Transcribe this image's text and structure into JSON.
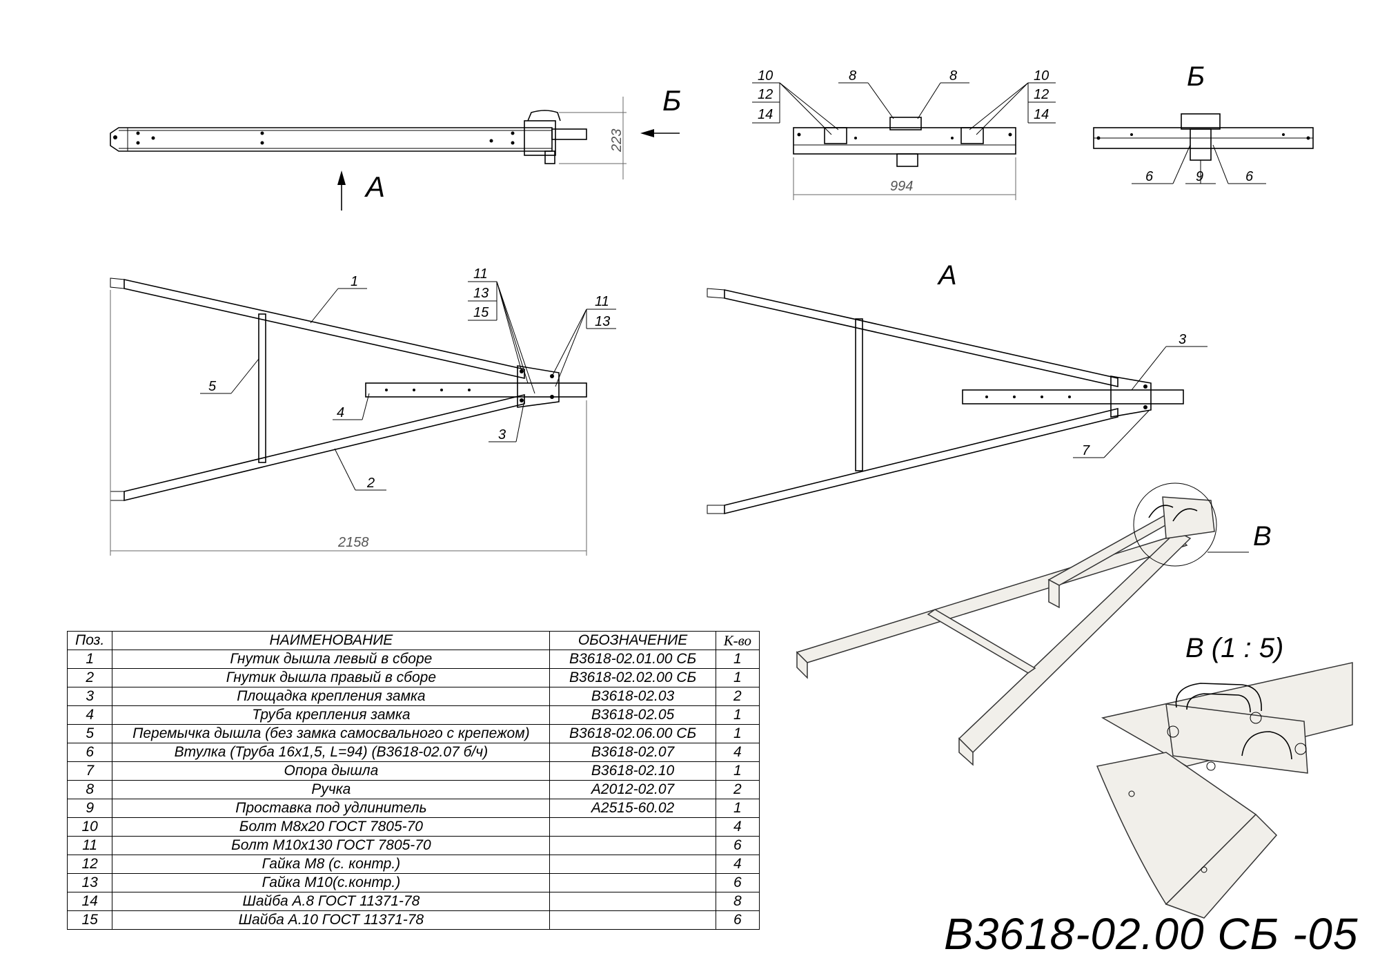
{
  "views": {
    "side": {
      "arrow_a": "А",
      "arrow_b": "Б",
      "dim_height": "223"
    },
    "front": {
      "dim_width": "994",
      "labels_left": [
        "10",
        "12",
        "14"
      ],
      "labels_right": [
        "10",
        "12",
        "14"
      ],
      "label_8": "8"
    },
    "b_view": {
      "title": "Б",
      "labels": [
        "6",
        "9",
        "6"
      ]
    },
    "plan": {
      "dim_length": "2158",
      "leader_labels": [
        "1",
        "2",
        "3",
        "4",
        "5"
      ],
      "group_center": [
        "11",
        "13",
        "15"
      ],
      "group_right": [
        "11",
        "13"
      ]
    },
    "view_a": {
      "title": "А",
      "leader_labels": [
        "3",
        "7"
      ]
    },
    "iso": {
      "callout": "В"
    },
    "detail": {
      "title": "В (1 : 5)"
    }
  },
  "spec_table": {
    "headers": {
      "pos": "Поз.",
      "name": "НАИМЕНОВАНИЕ",
      "designation": "ОБОЗНАЧЕНИЕ",
      "qty": "К-во"
    },
    "rows": [
      {
        "pos": "1",
        "name": "Гнутик дышла левый в сборе",
        "designation": "В3618-02.01.00 СБ",
        "qty": "1"
      },
      {
        "pos": "2",
        "name": "Гнутик дышла правый в сборе",
        "designation": "В3618-02.02.00 СБ",
        "qty": "1"
      },
      {
        "pos": "3",
        "name": "Площадка крепления замка",
        "designation": "В3618-02.03",
        "qty": "2"
      },
      {
        "pos": "4",
        "name": "Труба крепления замка",
        "designation": "В3618-02.05",
        "qty": "1"
      },
      {
        "pos": "5",
        "name": "Перемычка дышла (без замка самосвального с крепежом)",
        "designation": "В3618-02.06.00 СБ",
        "qty": "1"
      },
      {
        "pos": "6",
        "name": "Втулка (Труба 16х1,5, L=94) (В3618-02.07 б/ч)",
        "designation": "В3618-02.07",
        "qty": "4"
      },
      {
        "pos": "7",
        "name": "Опора дышла",
        "designation": "В3618-02.10",
        "qty": "1"
      },
      {
        "pos": "8",
        "name": "Ручка",
        "designation": "А2012-02.07",
        "qty": "2"
      },
      {
        "pos": "9",
        "name": "Проставка под удлинитель",
        "designation": "А2515-60.02",
        "qty": "1"
      },
      {
        "pos": "10",
        "name": "Болт М8х20 ГОСТ 7805-70",
        "designation": "",
        "qty": "4"
      },
      {
        "pos": "11",
        "name": "Болт М10х130 ГОСТ 7805-70",
        "designation": "",
        "qty": "6"
      },
      {
        "pos": "12",
        "name": "Гайка М8 (с. контр.)",
        "designation": "",
        "qty": "4"
      },
      {
        "pos": "13",
        "name": "Гайка М10(с.контр.)",
        "designation": "",
        "qty": "6"
      },
      {
        "pos": "14",
        "name": "Шайба А.8 ГОСТ 11371-78",
        "designation": "",
        "qty": "8"
      },
      {
        "pos": "15",
        "name": "Шайба А.10 ГОСТ 11371-78",
        "designation": "",
        "qty": "6"
      }
    ]
  },
  "document_number": "В3618-02.00 СБ -05"
}
